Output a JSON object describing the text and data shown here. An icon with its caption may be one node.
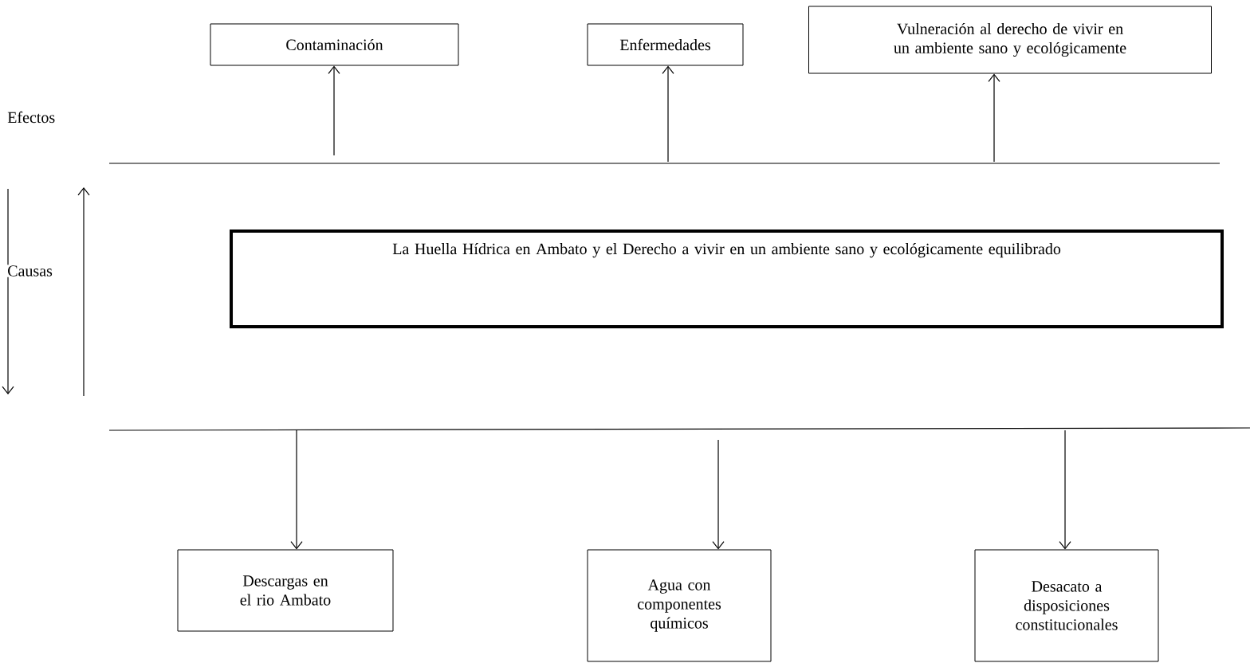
{
  "diagram": {
    "nodes": [
      {
        "text": [
          "Contaminación"
        ]
      },
      {
        "text": [
          "Enfermedades"
        ]
      },
      {
        "text": [
          "Vulneración al derecho de vivir en un ambiente sano y ecológicamente"
        ]
      },
      {
        "text": [
          "La Huella Hídrica en Ambato y el Derecho a vivir en un ambiente sano y ecológicamente equilibrado"
        ]
      },
      {
        "text": [
          "Descargas en el rio Ambato"
        ]
      },
      {
        "text": [
          "Agua con componentes químicos"
        ]
      },
      {
        "text": [
          "Desacato a disposiciones constitucionales"
        ]
      }
    ],
    "edges": [
      {
        "from": null,
        "to": 0,
        "arrow": "to"
      },
      {
        "from": null,
        "to": 1,
        "arrow": "to"
      },
      {
        "from": null,
        "to": 2,
        "arrow": "to"
      },
      {
        "from": null,
        "to": 4,
        "arrow": "to"
      },
      {
        "from": null,
        "to": 5,
        "arrow": "to"
      },
      {
        "from": null,
        "to": 6,
        "arrow": "to"
      }
    ],
    "labels": [
      "Efectos",
      "Causas"
    ]
  }
}
